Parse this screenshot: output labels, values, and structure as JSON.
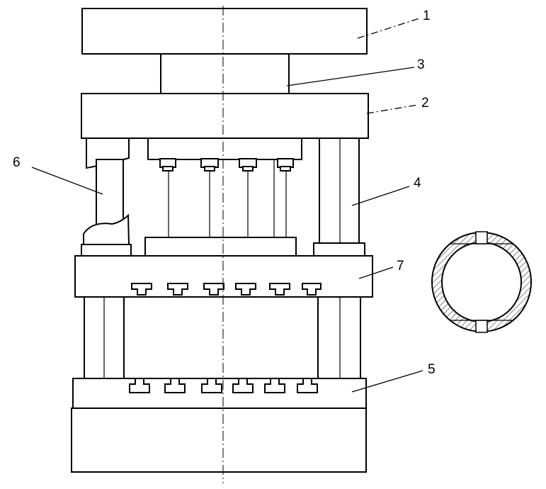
{
  "diagram": {
    "labels": [
      {
        "id": "top-plate",
        "text": "1"
      },
      {
        "id": "upper-crosshead",
        "text": "2"
      },
      {
        "id": "main-cylinder",
        "text": "3"
      },
      {
        "id": "right-column",
        "text": "4"
      },
      {
        "id": "base-worktable",
        "text": "5"
      },
      {
        "id": "left-column",
        "text": "6"
      },
      {
        "id": "sliding-table",
        "text": "7"
      }
    ]
  }
}
